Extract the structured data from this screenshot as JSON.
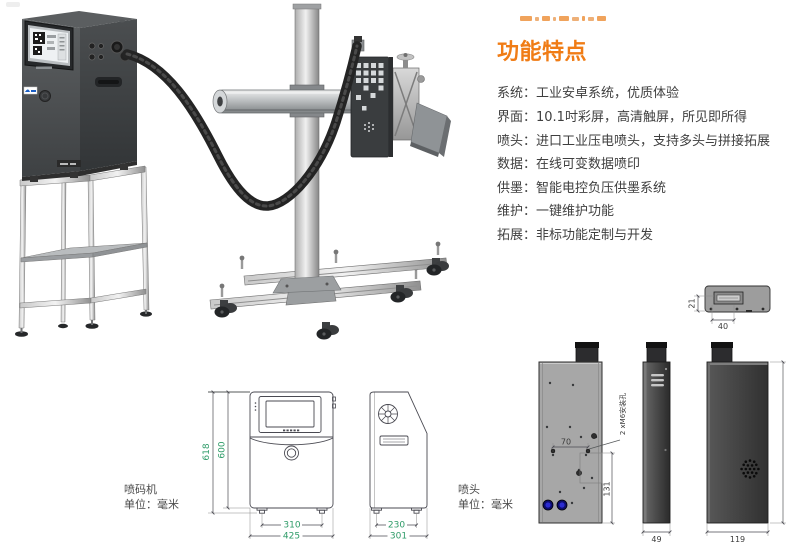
{
  "colors": {
    "accent_orange": "#f07c15",
    "dimension_green": "#2e9b68",
    "body_text": "#3f3f3f"
  },
  "features": {
    "title": "功能特点",
    "items": [
      "系统：工业安卓系统，优质体验",
      "界面：10.1吋彩屏，高清触屏，所见即所得",
      "喷头：进口工业压电喷头，支持多头与拼接拓展",
      "数据：在线可变数据喷印",
      "供墨：智能电控负压供墨系统",
      "维护：一键维护功能",
      "拓展：非标功能定制与开发"
    ]
  },
  "printer_drawing": {
    "label_name": "喷码机",
    "label_unit": "单位：毫米",
    "dims": {
      "total_height": "618",
      "body_height": "600",
      "feet_span": "310",
      "total_width": "425",
      "side_feet_span": "230",
      "total_depth": "301"
    }
  },
  "printhead_drawing": {
    "label_name": "喷头",
    "label_unit": "单位：毫米",
    "callout": "2 xM6安装孔",
    "dims": {
      "hole_spacing": "70",
      "vertical_extent": "131",
      "side_width": "49",
      "back_width": "119",
      "nozzle_height": "21",
      "slot_width": "40"
    }
  }
}
